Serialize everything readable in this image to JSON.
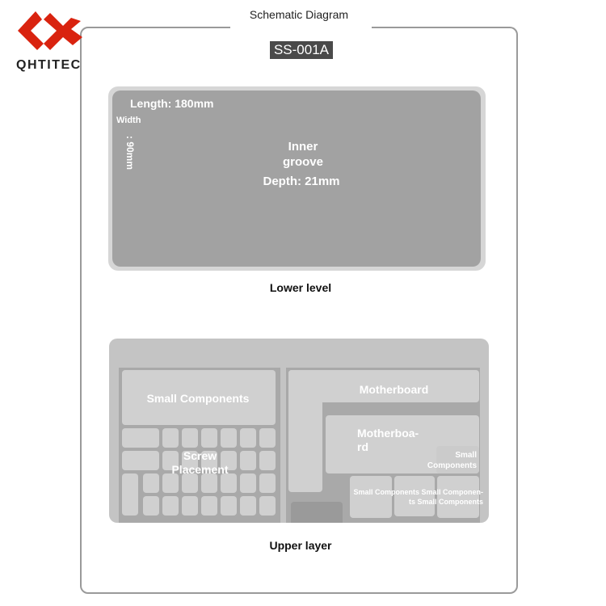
{
  "brand": {
    "name": "QHTITEC",
    "color": "#d9230f"
  },
  "header": {
    "title": "Schematic Diagram",
    "code": "SS-001A"
  },
  "lower": {
    "length": "Length: 180mm",
    "width_label": "Width",
    "width_value": ": 90mm",
    "groove_line1": "Inner",
    "groove_line2": "groove",
    "depth": "Depth: 21mm",
    "caption": "Lower level"
  },
  "upper": {
    "small_components": "Small Components",
    "screw_line1": "Screw",
    "screw_line2": "Placement",
    "motherboard": "Motherboard",
    "motherboard2_line1": "Motherboa-",
    "motherboard2_line2": "rd",
    "small_components_right_1": "Small",
    "small_components_right_2": "Components",
    "bottom_row_1": "Small Components Small Componen-",
    "bottom_row_2": "ts Small Components",
    "caption": "Upper layer"
  }
}
